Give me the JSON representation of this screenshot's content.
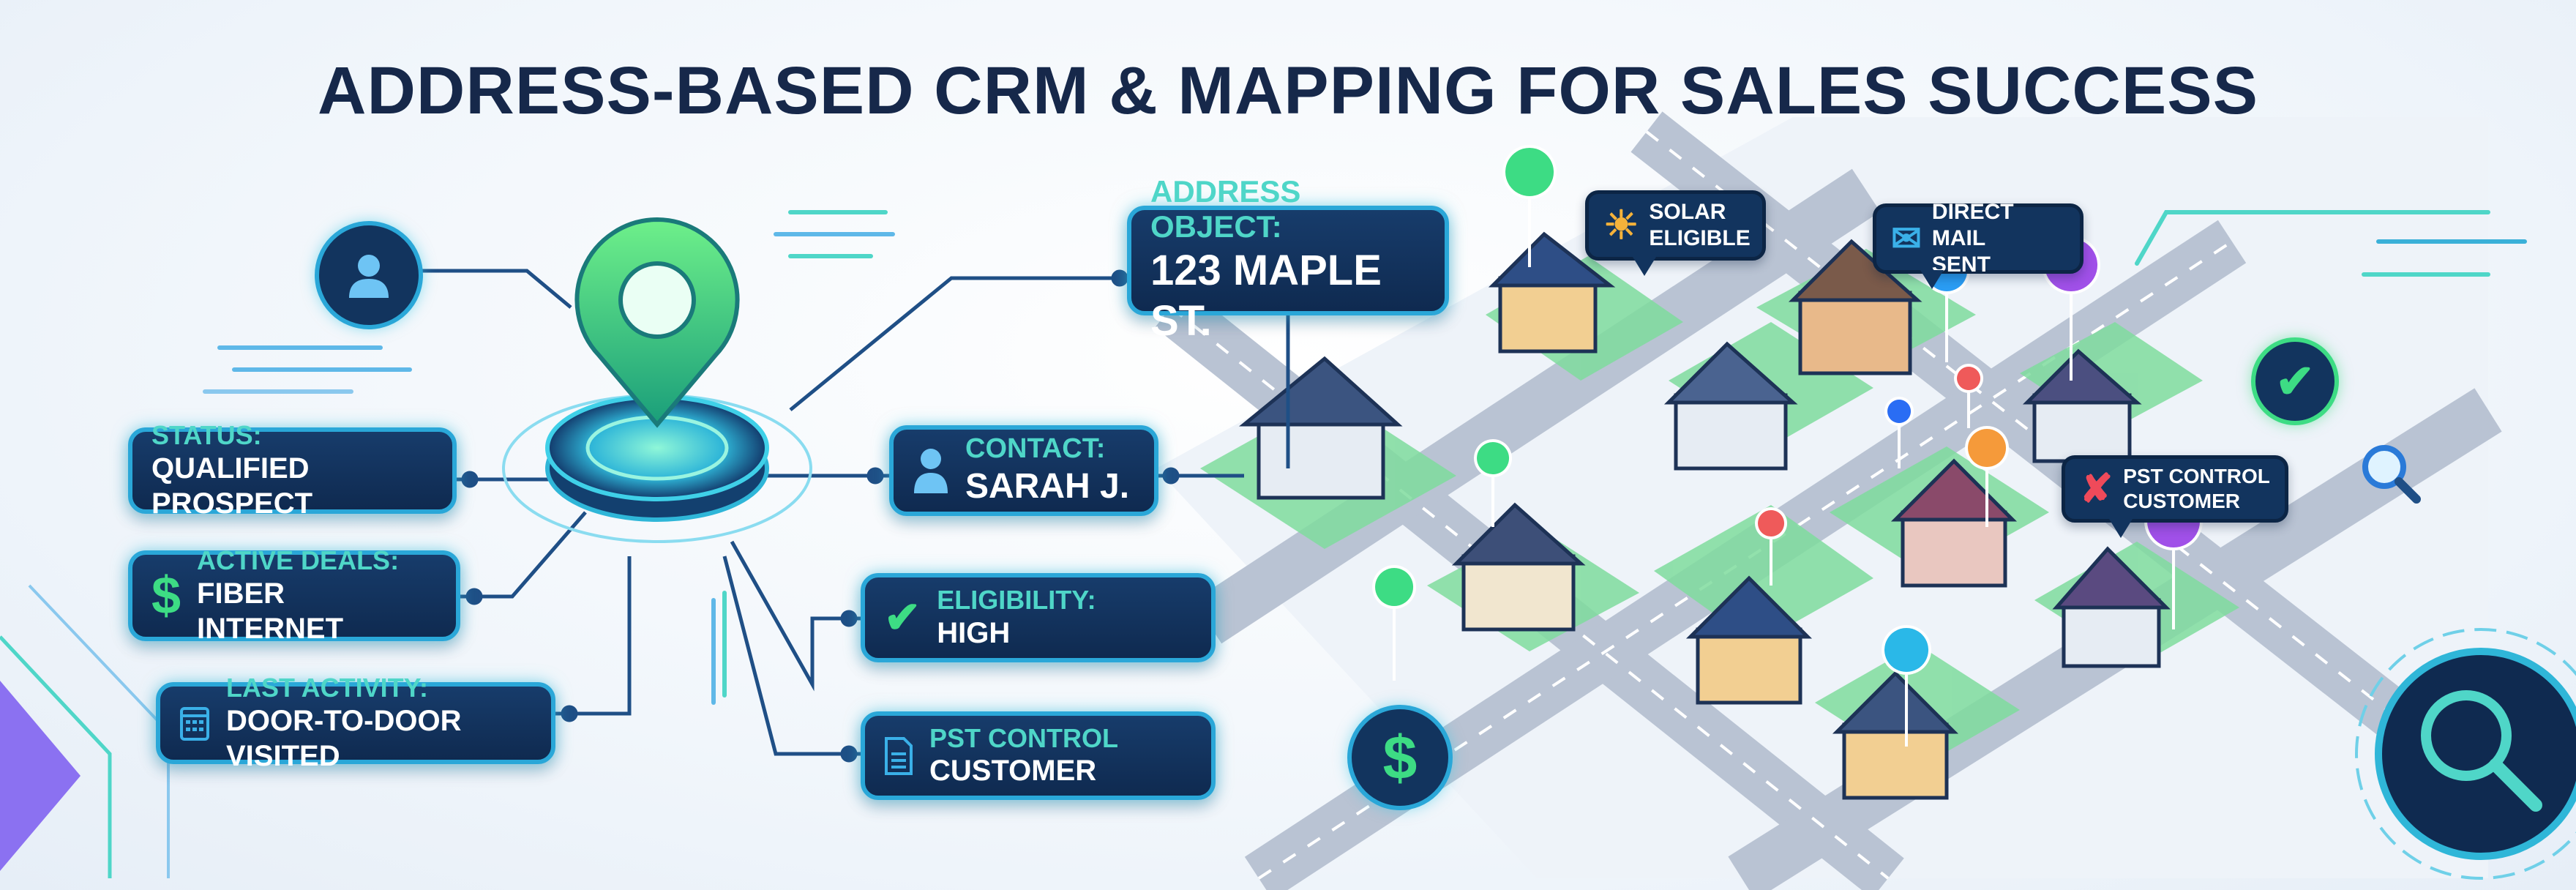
{
  "title": "ADDRESS-BASED CRM & MAPPING FOR SALES SUCCESS",
  "cards": {
    "status": {
      "label": "STATUS:",
      "value": "QUALIFIED PROSPECT"
    },
    "deals": {
      "label": "ACTIVE DEALS:",
      "value": "FIBER INTERNET"
    },
    "activity": {
      "label": "LAST ACTIVITY:",
      "value": "DOOR-TO-DOOR VISITED"
    },
    "contact": {
      "label": "CONTACT:",
      "value": "SARAH J."
    },
    "eligibility": {
      "label": "ELIGIBILITY:",
      "value": "HIGH"
    },
    "pest": {
      "label": "PST CONTROL",
      "value": "CUSTOMER"
    },
    "address": {
      "label": "ADDRESS OBJECT:",
      "value": "123 MAPLE ST."
    }
  },
  "callouts": {
    "solar": {
      "line1": "SOLAR",
      "line2": "ELIGIBLE"
    },
    "mail": {
      "line1": "DIRECT MAIL",
      "line2": "SENT"
    },
    "pest": {
      "line1": "PST CONTROL",
      "line2": "CUSTOMER"
    }
  },
  "icons": {
    "dollar": "$"
  },
  "colors": {
    "navy": "#0f2a50",
    "accent": "#2aa7d8",
    "green": "#3ddc84"
  }
}
